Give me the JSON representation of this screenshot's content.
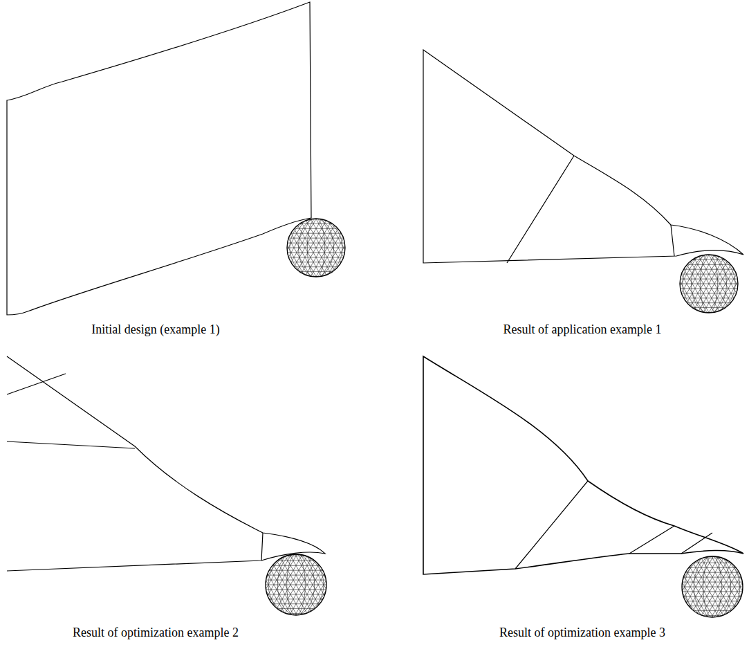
{
  "diagram": {
    "labels": [
      "Initial design (example 1)",
      "Result of application example 1",
      "Result of optimization example 2",
      "Result of optimization example 3"
    ]
  }
}
